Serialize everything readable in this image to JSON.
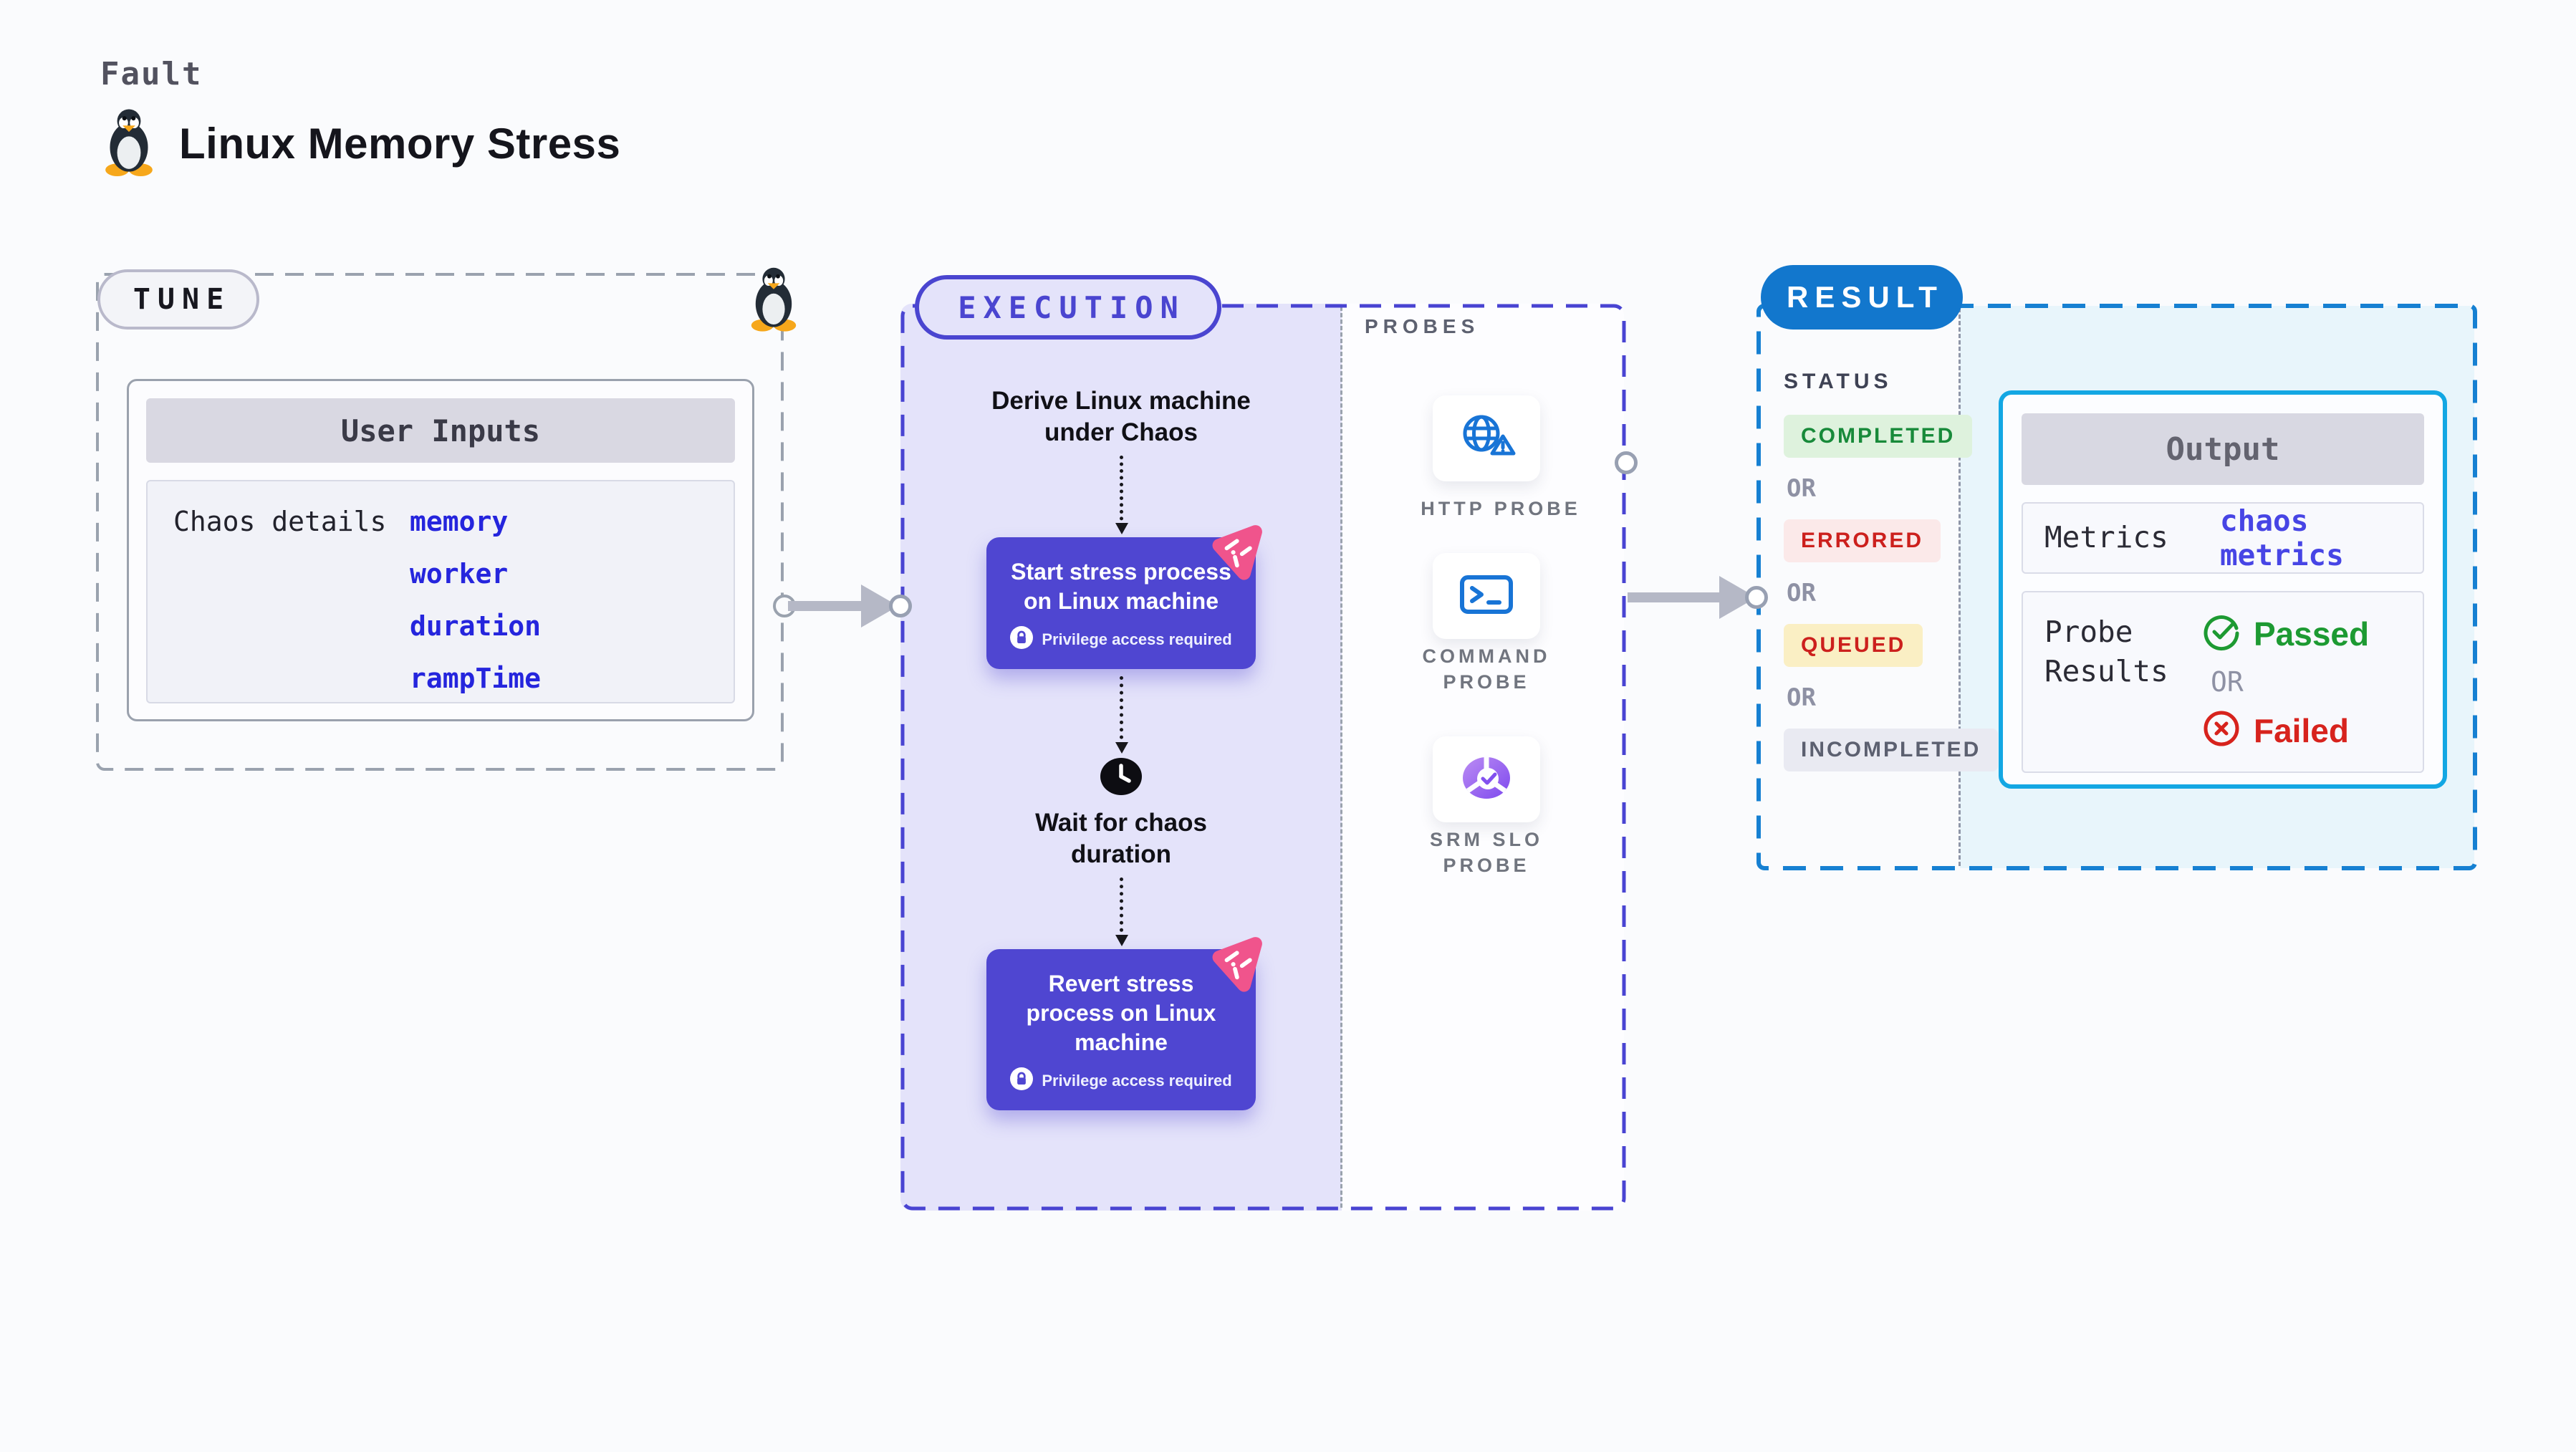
{
  "header": {
    "kicker": "Fault",
    "title": "Linux Memory Stress"
  },
  "colors": {
    "page_bg": "#fafbfd",
    "indigo_accent": "#4f46d1",
    "execution_bg": "#e4e3fa",
    "pink_chaos": "#f0548c",
    "result_blue": "#1277cd",
    "output_border_cyan": "#13a7e3",
    "output_bg": "#e8f5fb",
    "link_blue": "#2525dd",
    "green": "#1d9a32",
    "red": "#d7231d"
  },
  "tune": {
    "label": "TUNE",
    "user_inputs": {
      "title": "User Inputs",
      "row_label": "Chaos details",
      "values": [
        "memory",
        "worker",
        "duration",
        "rampTime"
      ]
    }
  },
  "execution": {
    "label": "EXECUTION",
    "flow": {
      "derive_text": "Derive Linux machine under Chaos",
      "start_box": {
        "title": "Start stress process on Linux machine",
        "badge": "Privilege access required"
      },
      "wait_text": "Wait for chaos duration",
      "revert_box": {
        "title": "Revert stress process on Linux machine",
        "badge": "Privilege access required"
      }
    },
    "probes": {
      "label": "PROBES",
      "items": [
        {
          "label": "HTTP PROBE",
          "icon": "globe-warning-icon"
        },
        {
          "label": "COMMAND PROBE",
          "icon": "terminal-icon"
        },
        {
          "label": "SRM SLO PROBE",
          "icon": "slo-pie-icon"
        }
      ]
    }
  },
  "result": {
    "label": "RESULT",
    "status": {
      "title": "STATUS",
      "separator": "OR",
      "badges": [
        {
          "label": "COMPLETED",
          "fg": "#188a3a",
          "bg": "#def2dd"
        },
        {
          "label": "ERRORED",
          "fg": "#cc201d",
          "bg": "#fbe9e9"
        },
        {
          "label": "QUEUED",
          "fg": "#cc201d",
          "bg": "#faefc4"
        },
        {
          "label": "INCOMPLETED",
          "fg": "#5c6070",
          "bg": "#e9eaf2"
        }
      ]
    },
    "output": {
      "title": "Output",
      "metrics_label": "Metrics",
      "metrics_value": "chaos metrics",
      "probe_results_label": "Probe Results",
      "passed": "Passed",
      "separator": "OR",
      "failed": "Failed"
    }
  }
}
